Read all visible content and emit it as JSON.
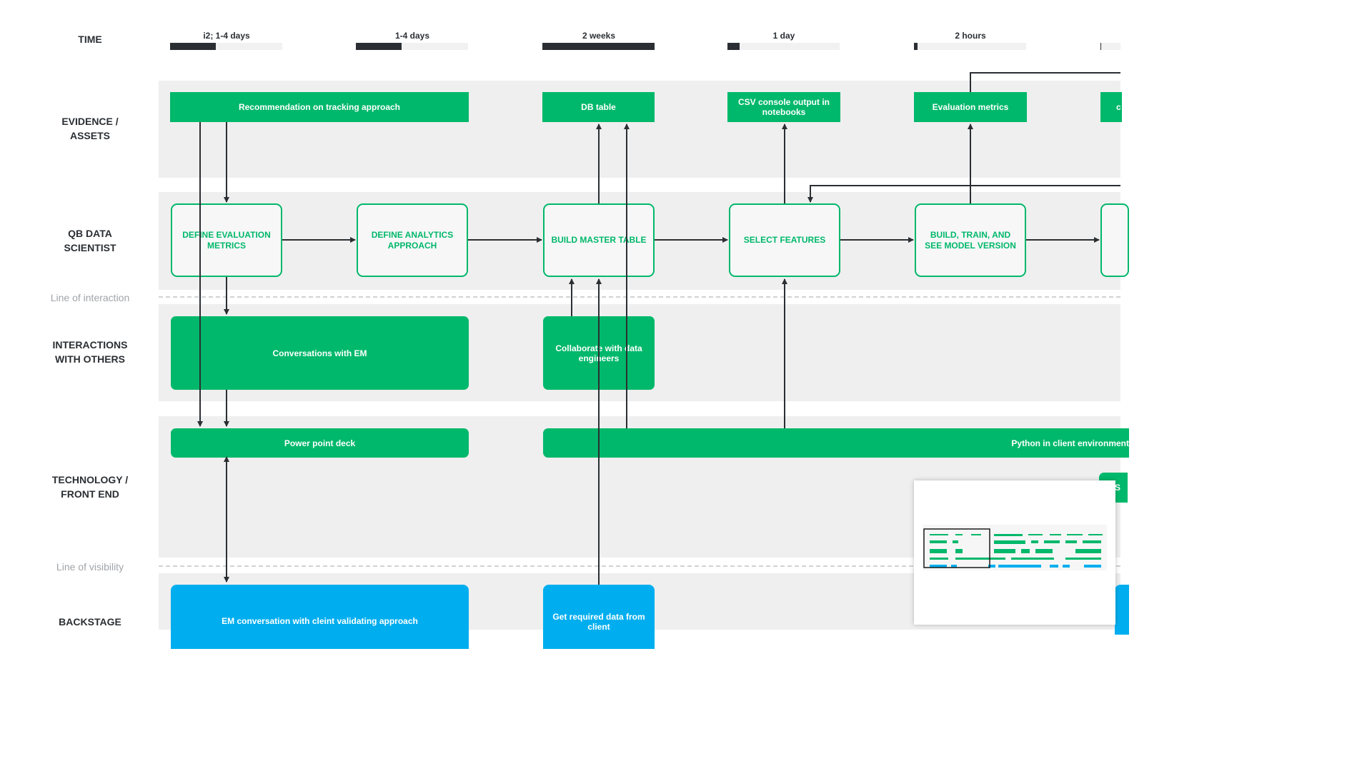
{
  "row_labels": {
    "time": "TIME",
    "evidence": "EVIDENCE / ASSETS",
    "scientist": "QB DATA SCIENTIST",
    "line_of_interaction": "Line of interaction",
    "interactions": "INTERACTIONS WITH OTHERS",
    "technology": "TECHNOLOGY / FRONT END",
    "line_of_visibility": "Line of visibility",
    "backstage": "BACKSTAGE"
  },
  "time_labels": [
    "i2; 1-4 days",
    "1-4 days",
    "2 weeks",
    "1 day",
    "2 hours"
  ],
  "time_progress": [
    0.41,
    0.41,
    1.0,
    0.11,
    0.03,
    0.05
  ],
  "evidence": {
    "tracking": "Recommendation on tracking approach",
    "db_table": "DB table",
    "csv": "CSV console output in notebooks",
    "evaluation": "Evaluation metrics",
    "cut_partial": "c"
  },
  "steps": [
    "DEFINE EVALUATION METRICS",
    "DEFINE ANALYTICS APPROACH",
    "BUILD MASTER TABLE",
    "SELECT FEATURES",
    "BUILD, TRAIN, AND SEE MODEL VERSION"
  ],
  "interactions": {
    "conversations": "Conversations with EM",
    "collaborate": "Collaborate with data engineers"
  },
  "technology": {
    "ppt": "Power point deck",
    "python": "Python in client environment",
    "cut_partial": "S"
  },
  "backstage": {
    "em_conversation": "EM conversation with cleint validating approach",
    "get_data": "Get required data from client"
  },
  "colors": {
    "green": "#00b86b",
    "blue": "#00aeef",
    "dark": "#2b2f33",
    "lane": "#efefef"
  }
}
